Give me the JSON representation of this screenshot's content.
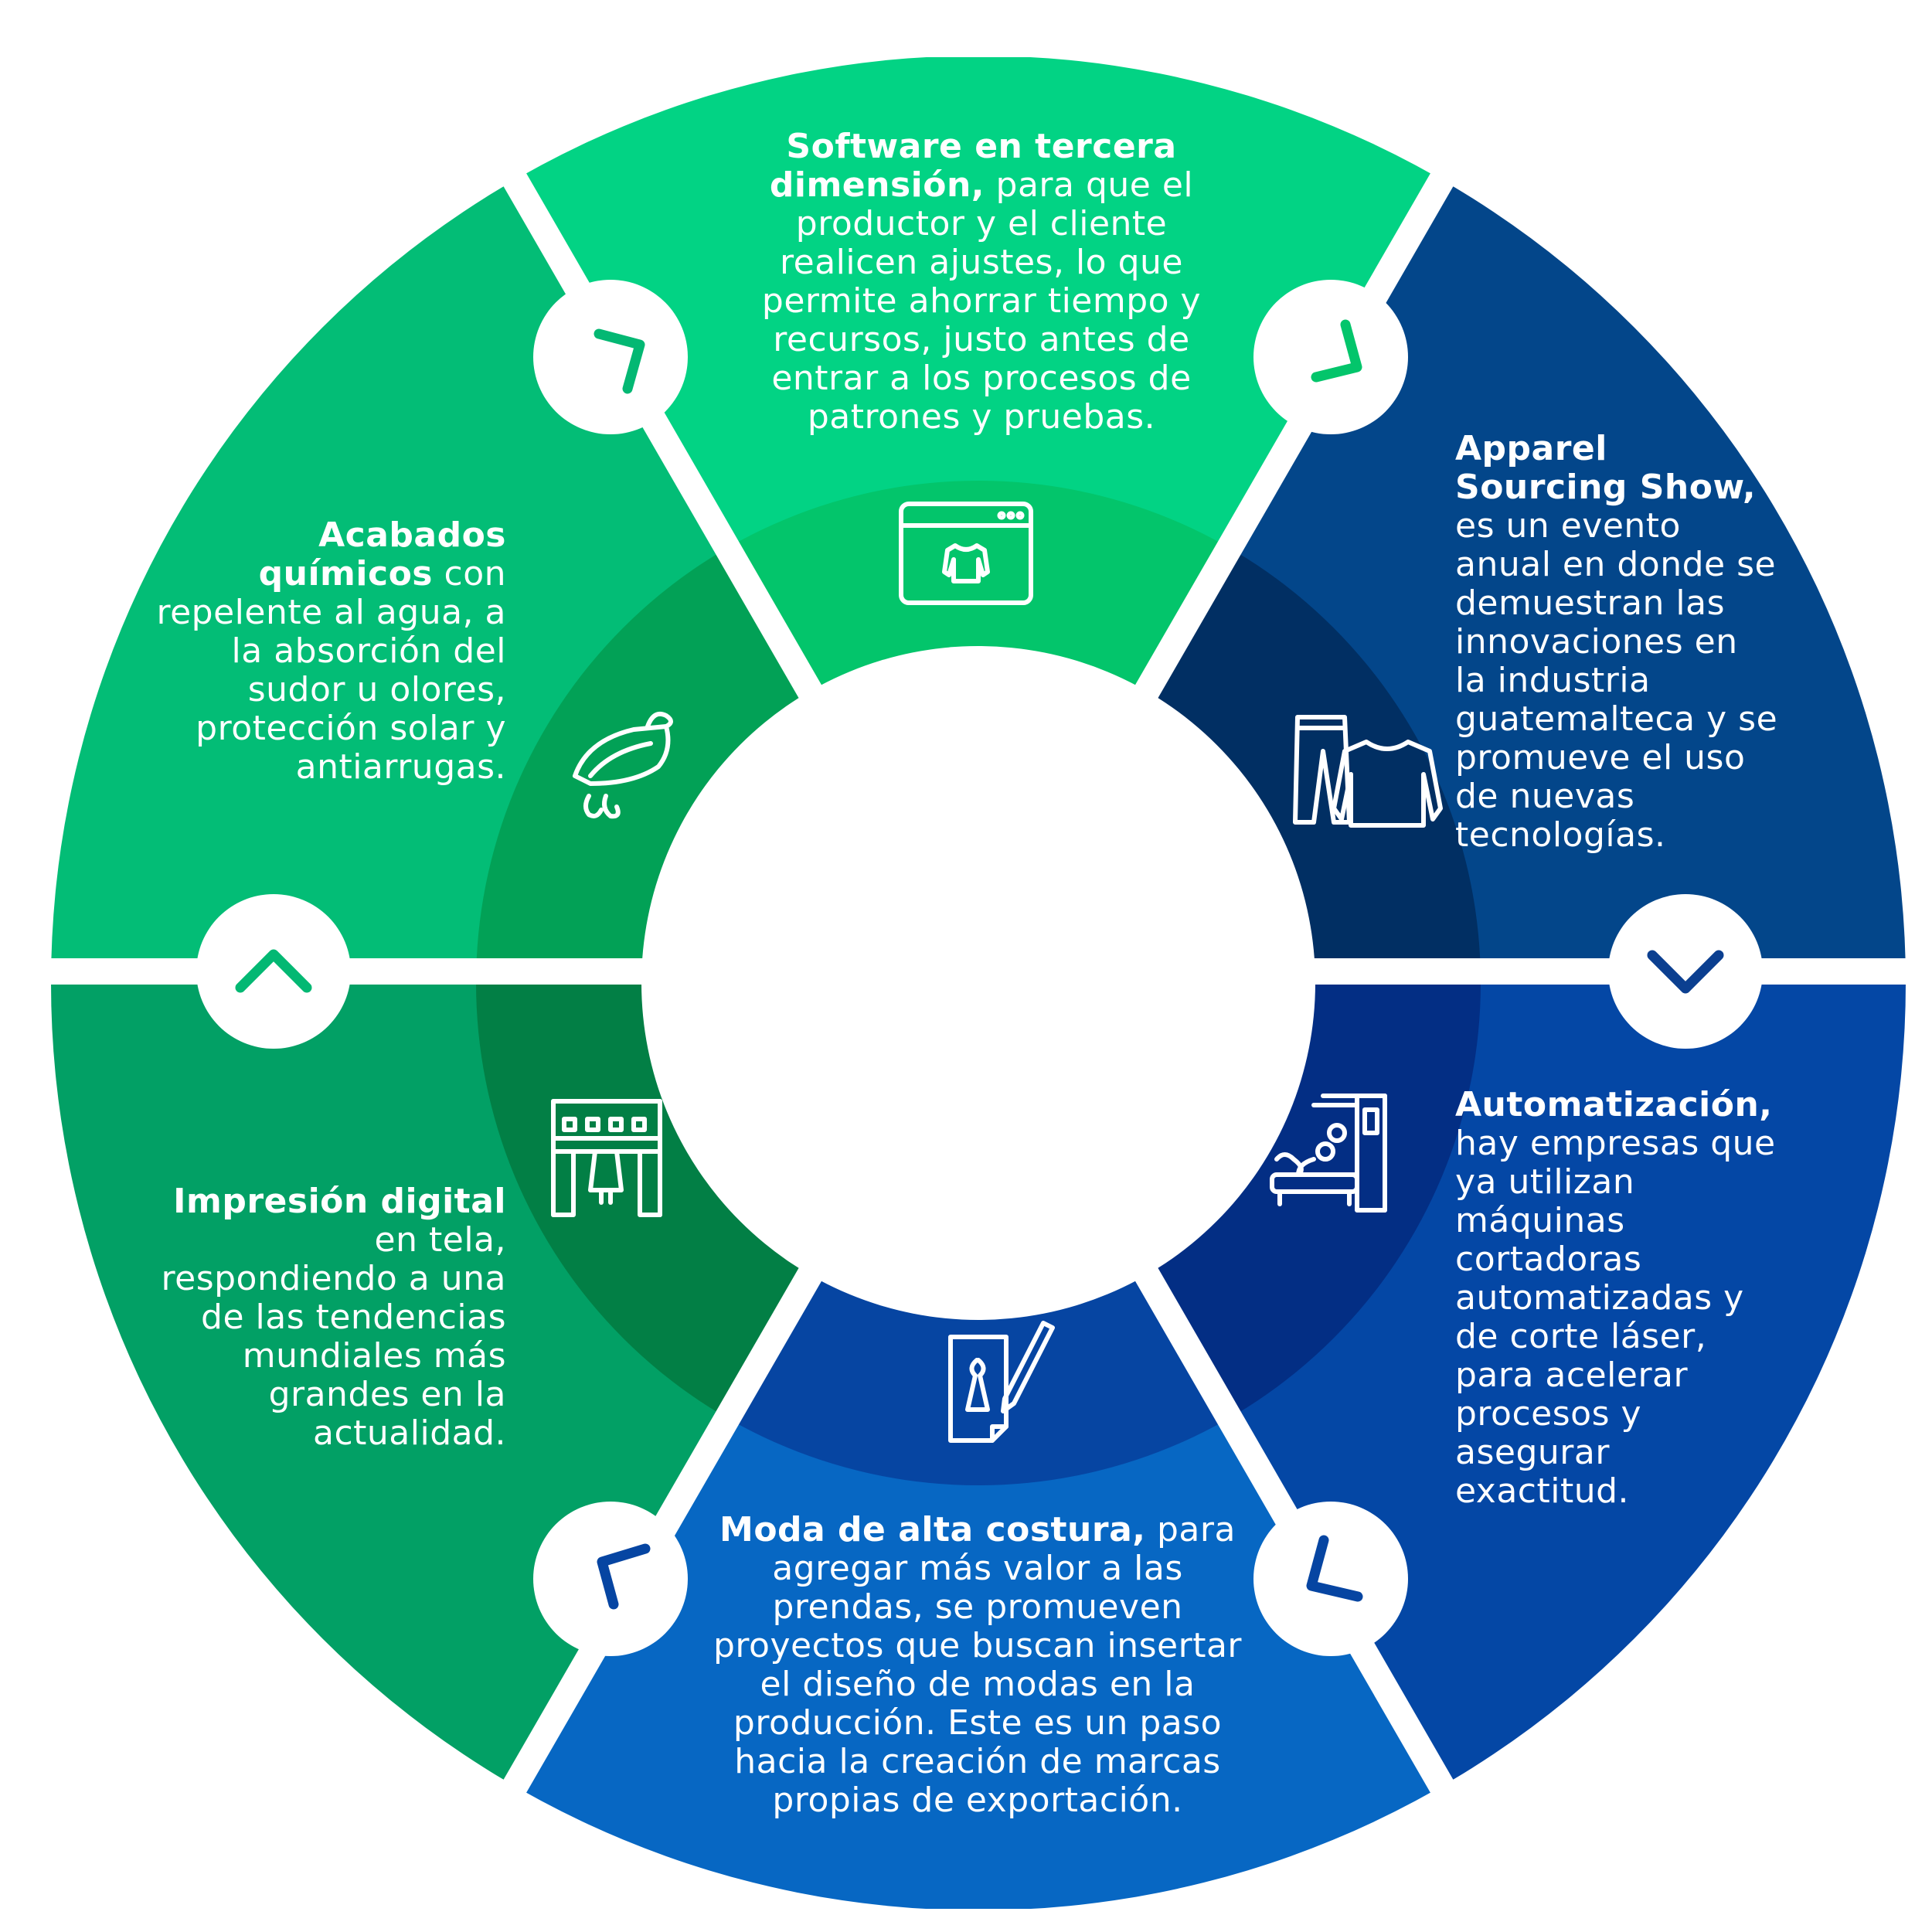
{
  "colors": {
    "software": "#02d384",
    "software_inner": "#03c56b",
    "apparel": "#03468a",
    "apparel_inner": "#012f63",
    "automatizacion": "#0447a5",
    "automatizacion_inner": "#032e84",
    "moda": "#0767c3",
    "moda_inner": "#0645a2",
    "impresion": "#02a065",
    "impresion_inner": "#027f45",
    "acabados": "#03bd76",
    "acabados_inner": "#02a156",
    "arrow_green": "#03b873",
    "arrow_blue": "#0b3f90"
  },
  "segments": {
    "software": {
      "title": "Software en tercera dimensión,",
      "body": "para que el productor y el cliente realicen ajustes, lo que permite ahorrar tiempo y recursos, justo antes de entrar a los procesos de patrones y pruebas.",
      "icon": "browser-sweater-icon"
    },
    "apparel": {
      "title": "Apparel Sourcing Show,",
      "body": "es un evento anual en donde se demuestran las innovaciones en la industria guatemalteca y se promueve el uso de nuevas tecnologías.",
      "icon": "pants-sweater-icon"
    },
    "automatizacion": {
      "title": "Automatización,",
      "body": "hay empresas que ya utilizan máquinas cortadoras automatizadas y de corte láser, para acelerar procesos y asegurar exactitud.",
      "icon": "cutting-machine-icon"
    },
    "moda": {
      "title": "Moda de alta costura,",
      "body": "para agregar más valor a las prendas, se promueven proyectos que buscan insertar el diseño de modas en la producción. Este es un paso hacia la creación de marcas propias de exportación.",
      "icon": "fashion-sketch-pen-icon"
    },
    "impresion": {
      "title": "Impresión digital",
      "body": "en tela, respondiendo a una de las tendencias mundiales más grandes en la actualidad.",
      "icon": "textile-printer-icon"
    },
    "acabados": {
      "title": "Acabados químicos",
      "body": "con repelente al agua, a la absorción del sudor u olores, protección solar y antiarrugas.",
      "icon": "steam-iron-icon"
    }
  }
}
